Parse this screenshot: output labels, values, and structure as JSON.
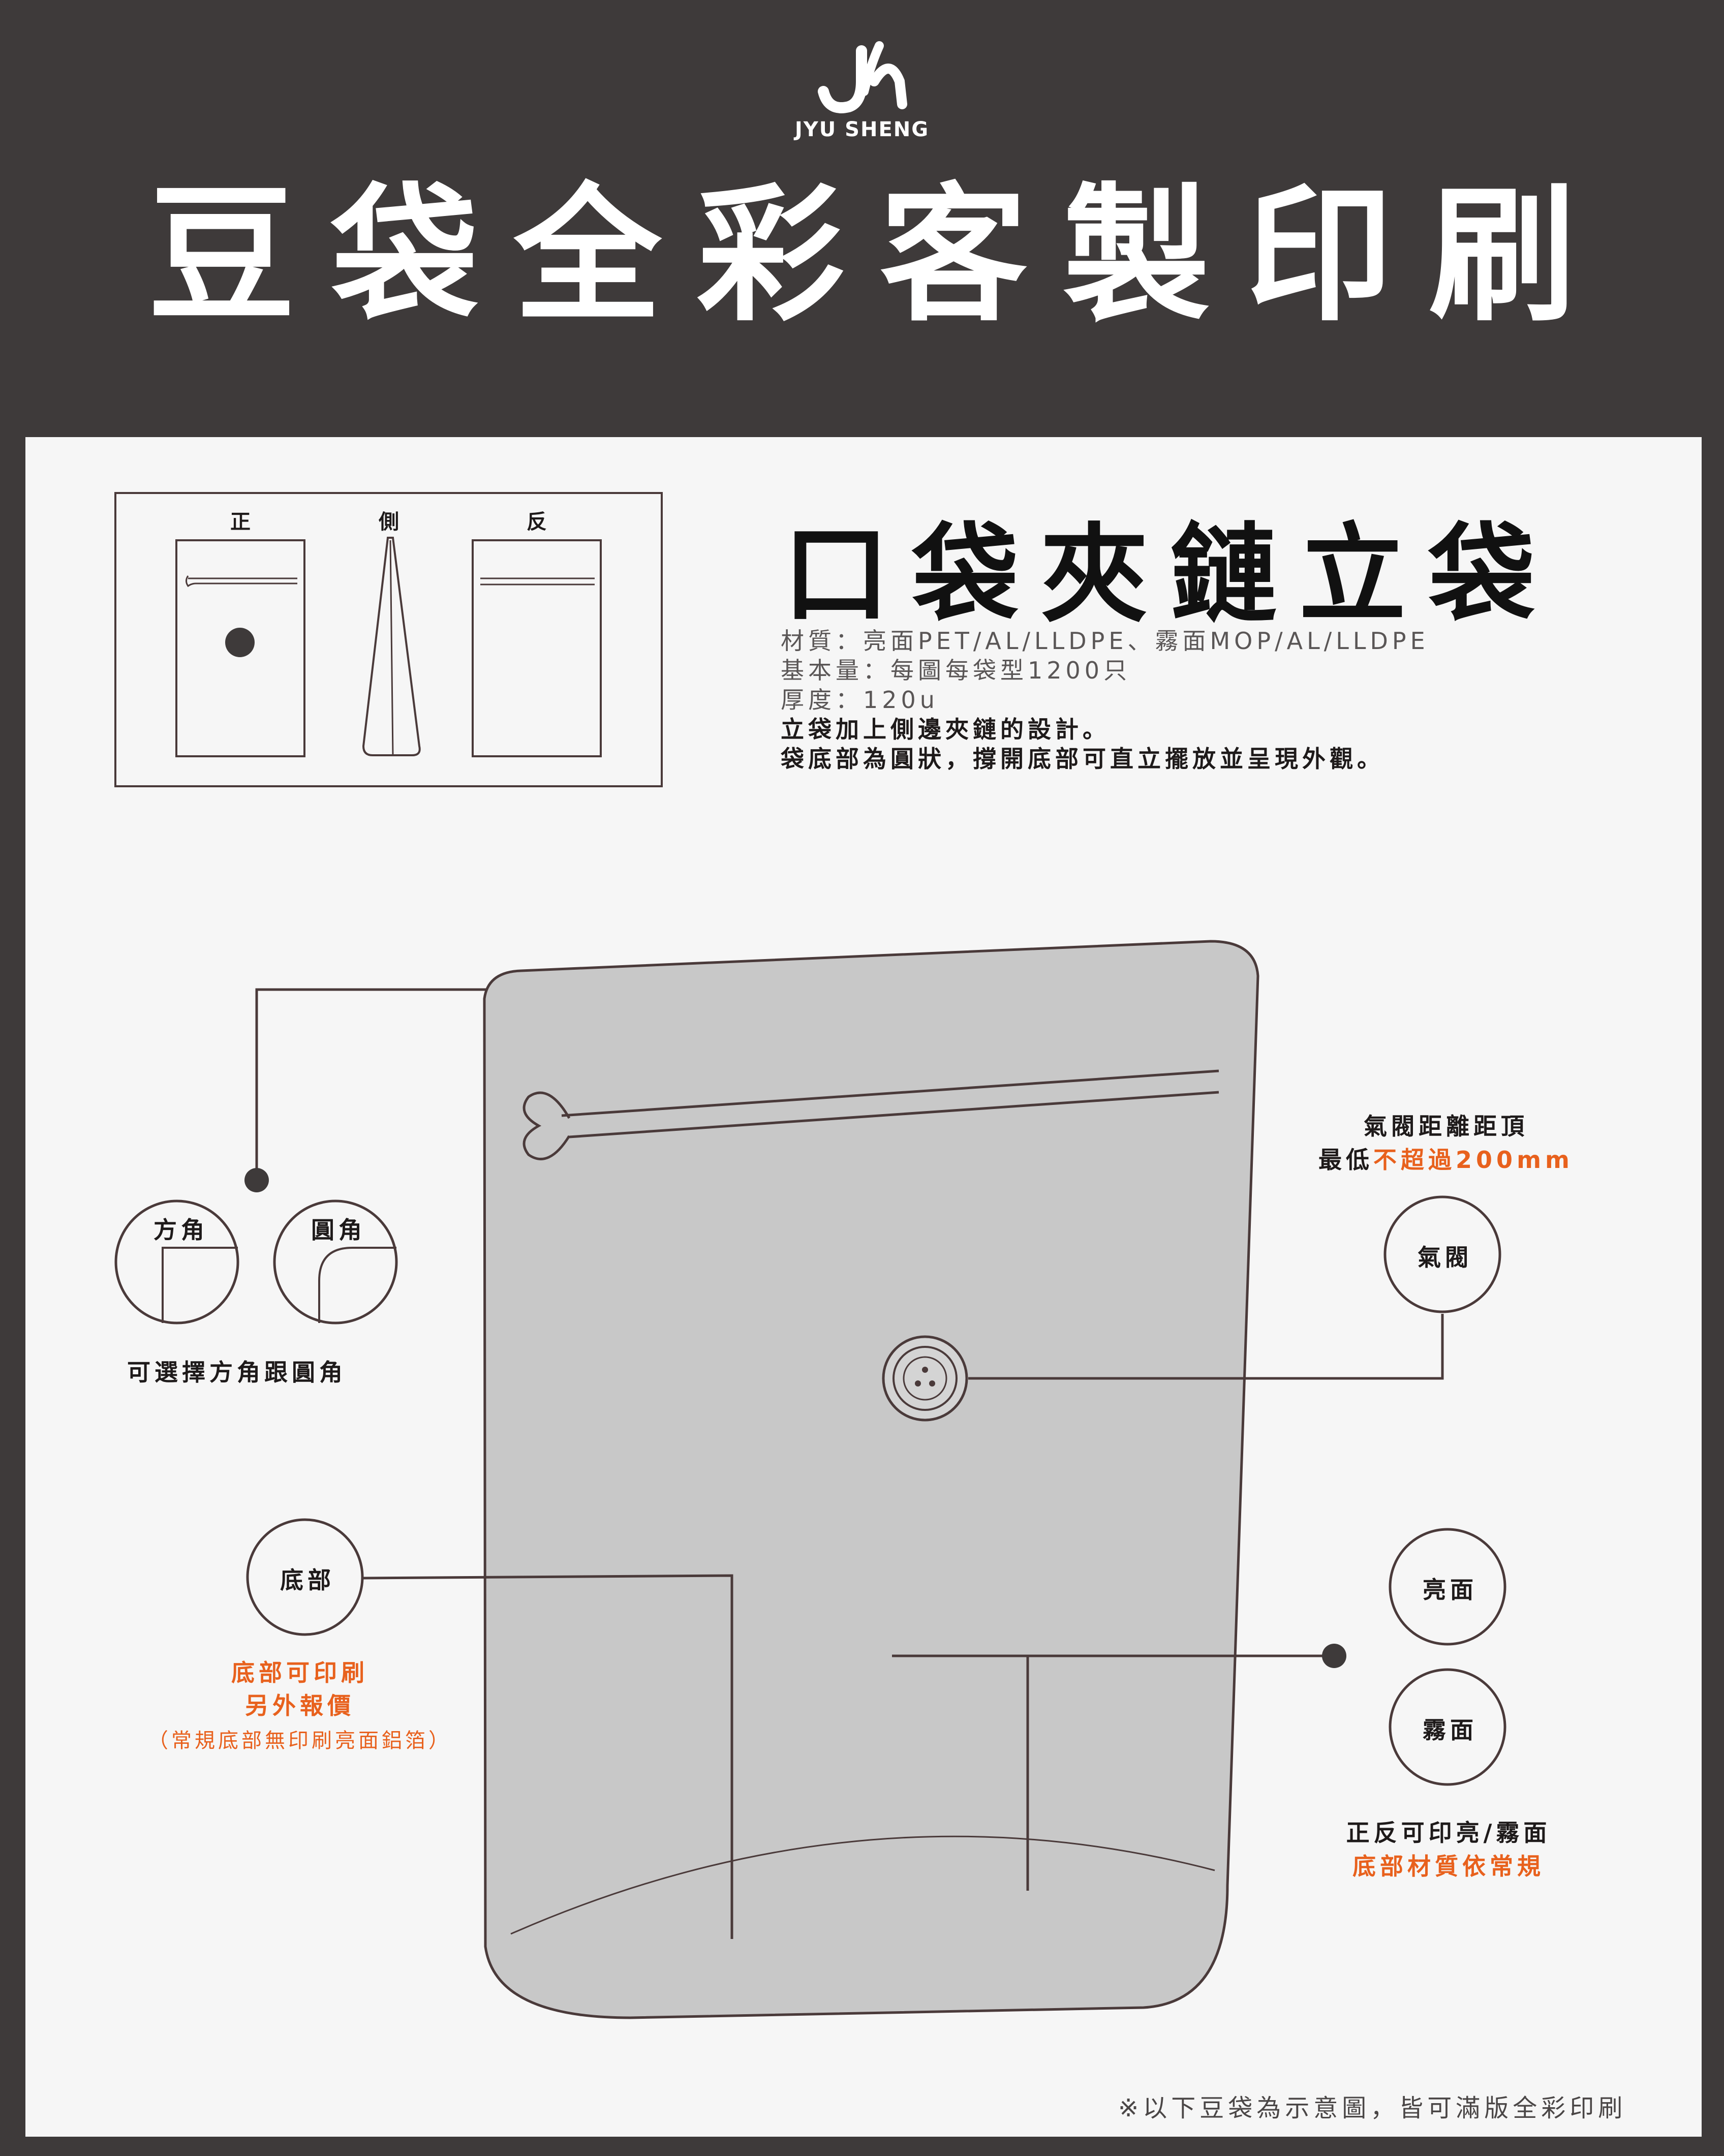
{
  "brand": {
    "name": "JYU SHENG",
    "logo": "jyu-sheng-logo"
  },
  "title": "豆袋全彩客製印刷",
  "views": {
    "front": "正",
    "side": "側",
    "back": "反"
  },
  "product": {
    "name": "口袋夾鏈立袋",
    "specs": [
      "材質：亮面PET/AL/LLDPE、霧面MOP/AL/LLDPE",
      "基本量：每圖每袋型1200只",
      "厚度：120u"
    ],
    "features": [
      "立袋加上側邊夾鏈的設計。",
      "袋底部為圓狀，撐開底部可直立擺放並呈現外觀。"
    ]
  },
  "corners": {
    "square": "方角",
    "round": "圓角",
    "caption": "可選擇方角跟圓角"
  },
  "valve": {
    "note_line1": "氣閥距離距頂",
    "note_prefix": "最低",
    "note_highlight": "不超過200mm",
    "label": "氣閥"
  },
  "bottom": {
    "label": "底部",
    "note_line1": "底部可印刷",
    "note_line2": "另外報價",
    "note_line3": "（常規底部無印刷亮面鋁箔）"
  },
  "finish": {
    "glossy": "亮面",
    "matte": "霧面",
    "note_line1": "正反可印亮/霧面",
    "note_line2": "底部材質依常規"
  },
  "footnote": "※以下豆袋為示意圖，皆可滿版全彩印刷",
  "colors": {
    "header_bg": "#3e3a3a",
    "panel_bg": "#f6f6f6",
    "bag_fill": "#c8c8c8",
    "line": "#4a3a3a",
    "accent": "#e8611d"
  }
}
